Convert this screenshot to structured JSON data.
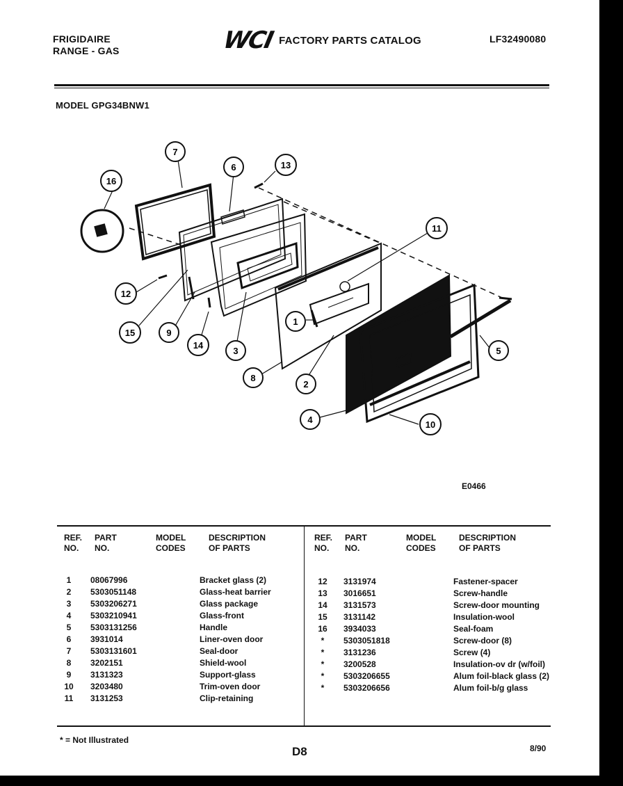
{
  "header": {
    "brand": "FRIGIDAIRE",
    "product": "RANGE - GAS",
    "logo": "WCI",
    "catalog_title": "FACTORY PARTS CATALOG",
    "catalog_number": "LF32490080",
    "model": "MODEL GPG34BNW1"
  },
  "diagram": {
    "figure_id": "E0466",
    "callouts": [
      "1",
      "2",
      "3",
      "4",
      "5",
      "6",
      "7",
      "8",
      "9",
      "10",
      "11",
      "12",
      "13",
      "14",
      "15",
      "16"
    ]
  },
  "columns": {
    "ref_no": [
      "REF.",
      "NO."
    ],
    "part_no": [
      "PART",
      "NO."
    ],
    "model_codes": [
      "MODEL",
      "CODES"
    ],
    "description": [
      "DESCRIPTION",
      "OF PARTS"
    ]
  },
  "parts_left": [
    {
      "ref": "1",
      "part": "08067996",
      "desc": "Bracket glass (2)"
    },
    {
      "ref": "2",
      "part": "5303051148",
      "desc": "Glass-heat barrier"
    },
    {
      "ref": "3",
      "part": "5303206271",
      "desc": "Glass package"
    },
    {
      "ref": "4",
      "part": "5303210941",
      "desc": "Glass-front"
    },
    {
      "ref": "5",
      "part": "5303131256",
      "desc": "Handle"
    },
    {
      "ref": "6",
      "part": "3931014",
      "desc": "Liner-oven door"
    },
    {
      "ref": "7",
      "part": "5303131601",
      "desc": "Seal-door"
    },
    {
      "ref": "8",
      "part": "3202151",
      "desc": "Shield-wool"
    },
    {
      "ref": "9",
      "part": "3131323",
      "desc": "Support-glass"
    },
    {
      "ref": "10",
      "part": "3203480",
      "desc": "Trim-oven door"
    },
    {
      "ref": "11",
      "part": "3131253",
      "desc": "Clip-retaining"
    }
  ],
  "parts_right": [
    {
      "ref": "12",
      "part": "3131974",
      "desc": "Fastener-spacer"
    },
    {
      "ref": "13",
      "part": "3016651",
      "desc": "Screw-handle"
    },
    {
      "ref": "14",
      "part": "3131573",
      "desc": "Screw-door mounting"
    },
    {
      "ref": "15",
      "part": "3131142",
      "desc": "Insulation-wool"
    },
    {
      "ref": "16",
      "part": "3934033",
      "desc": "Seal-foam"
    },
    {
      "ref": "*",
      "part": "5303051818",
      "desc": "Screw-door (8)"
    },
    {
      "ref": "*",
      "part": "3131236",
      "desc": "Screw (4)"
    },
    {
      "ref": "*",
      "part": "3200528",
      "desc": "Insulation-ov dr (w/foil)"
    },
    {
      "ref": "*",
      "part": "5303206655",
      "desc": "Alum foil-black glass (2)"
    },
    {
      "ref": "*",
      "part": "5303206656",
      "desc": "Alum foil-b/g glass"
    }
  ],
  "footer": {
    "footnote": "* = Not Illustrated",
    "page_code": "D8",
    "date": "8/90"
  }
}
